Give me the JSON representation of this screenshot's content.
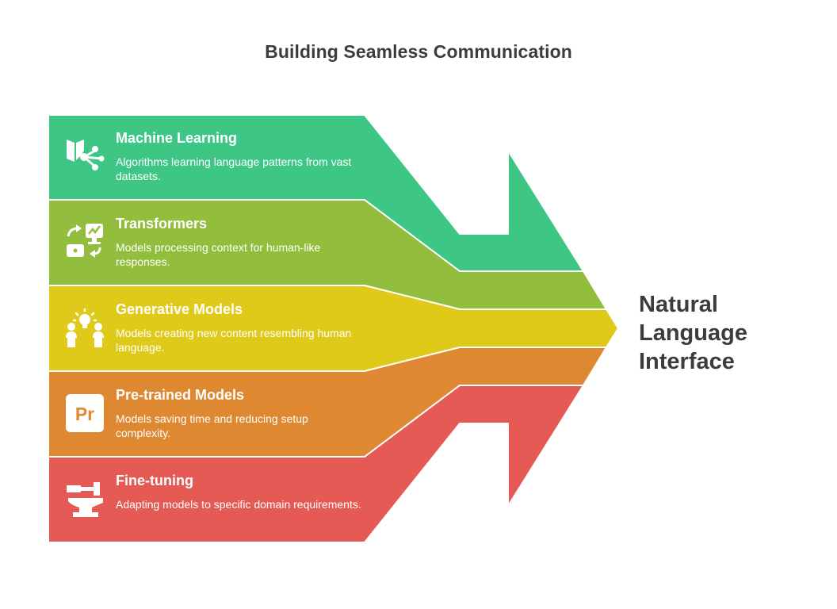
{
  "title": "Building Seamless Communication",
  "target_label": "Natural Language Interface",
  "colors": {
    "machine_learning": "#3ec684",
    "transformers": "#93bd3c",
    "generative_models": "#dfca1a",
    "pretrained_models": "#de8832",
    "fine_tuning": "#e55a55"
  },
  "bands": [
    {
      "name": "Machine Learning",
      "description": "Algorithms learning language patterns from vast datasets.",
      "icon": "machine-learning-icon"
    },
    {
      "name": "Transformers",
      "description": "Models processing context for human-like responses.",
      "icon": "transformers-icon"
    },
    {
      "name": "Generative Models",
      "description": "Models creating new content resembling human language.",
      "icon": "generative-models-icon"
    },
    {
      "name": "Pre-trained Models",
      "description": "Models saving time and reducing setup complexity.",
      "icon": "premiere-pr-icon",
      "icon_text": "Pr"
    },
    {
      "name": "Fine-tuning",
      "description": "Adapting models to specific domain requirements.",
      "icon": "anvil-hammer-icon"
    }
  ]
}
